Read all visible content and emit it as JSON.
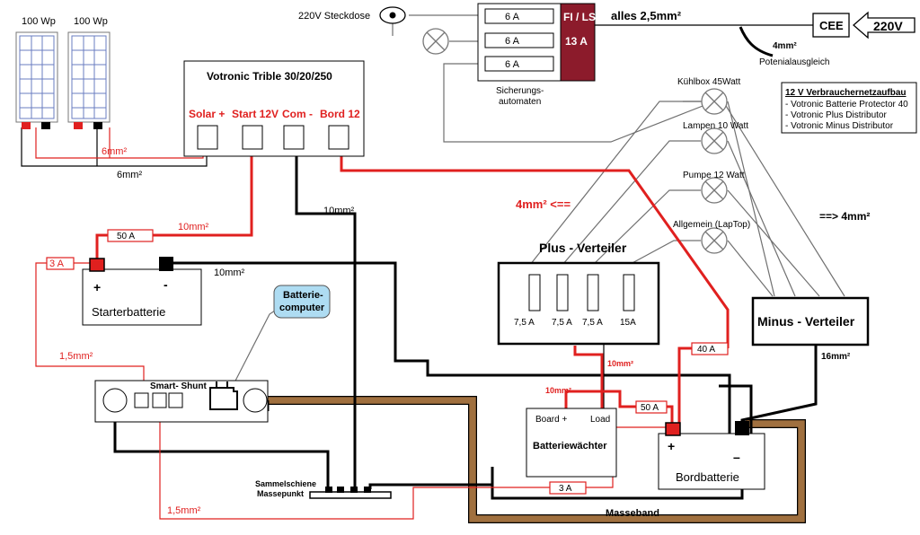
{
  "solar_panels": [
    "100 Wp",
    "100 Wp"
  ],
  "socket_label": "220V Steckdose",
  "fuses": {
    "mains": [
      "6 A",
      "6 A",
      "6 A"
    ],
    "fi_ls": "FI / LS",
    "fi_amp": "13 A",
    "caption_line1": "Sicherungs-",
    "caption_line2": "automaten"
  },
  "mains_cable": "alles 2,5mm²",
  "cee": "CEE",
  "mains_voltage": "220V",
  "ground_cable_size": "4mm²",
  "ground_label": "Potenialausgleich",
  "charger": {
    "title": "Votronic Trible 30/20/250",
    "terminals": [
      "Solar +",
      "Start 12V",
      "Com -",
      "Bord 12"
    ]
  },
  "cables": {
    "solar_6mm_red": "6mm²",
    "solar_6mm_black": "6mm²",
    "start_10mm": "10mm²",
    "com_10mm": "10mm²",
    "battery_neg_10mm": "10mm²",
    "bord_4mm": "4mm² <==",
    "lamps_4mm": "==> 4mm²",
    "shunt_1_5mm_a": "1,5mm²",
    "shunt_1_5mm_b": "1,5mm²",
    "distributor_10mm": "10mm²",
    "watcher_10mm": "10mm²",
    "minus_16mm": "16mm²",
    "ground_strap": "Masseband"
  },
  "inline_fuses": {
    "start": "50 A",
    "shunt": "3 A",
    "watcher": "50 A",
    "bord": "40 A",
    "bord_sense": "3 A"
  },
  "starter_battery": {
    "plus": "+",
    "minus": "-",
    "name": "Starterbatterie"
  },
  "board_battery": {
    "plus": "+",
    "minus": "–",
    "name": "Bordbatterie"
  },
  "battery_computer": {
    "line1": "Batterie-",
    "line2": "computer"
  },
  "shunt": {
    "name": "Smart- Shunt"
  },
  "busbar": {
    "line1": "Sammelschiene",
    "line2": "Massepunkt"
  },
  "plus_distributor": {
    "title": "Plus - Verteiler",
    "fuses": [
      "7,5 A",
      "7,5 A",
      "7,5 A",
      "15A"
    ]
  },
  "minus_distributor": {
    "title": "Minus - Verteiler"
  },
  "battery_watcher": {
    "board_plus": "Board +",
    "load": "Load",
    "name": "Batteriewächter"
  },
  "consumers": [
    "Kühlbox 45Watt",
    "Lampen 10 Watt",
    "Pumpe 12 Watt",
    "Allgemein (LapTop)"
  ],
  "info_box": {
    "title": "12 V Verbrauchernetzaufbau",
    "lines": [
      "- Votronic Batterie Protector 40",
      "- Votronic Plus Distributor",
      "- Votronic Minus Distributor"
    ]
  },
  "colors": {
    "wire_red": "#e0201f",
    "wire_black": "#000000",
    "wire_grey": "#707070",
    "strap_brown": "#a0703f",
    "fi_box": "#8c1b2b",
    "computer_bubble": "#aedcf2"
  }
}
